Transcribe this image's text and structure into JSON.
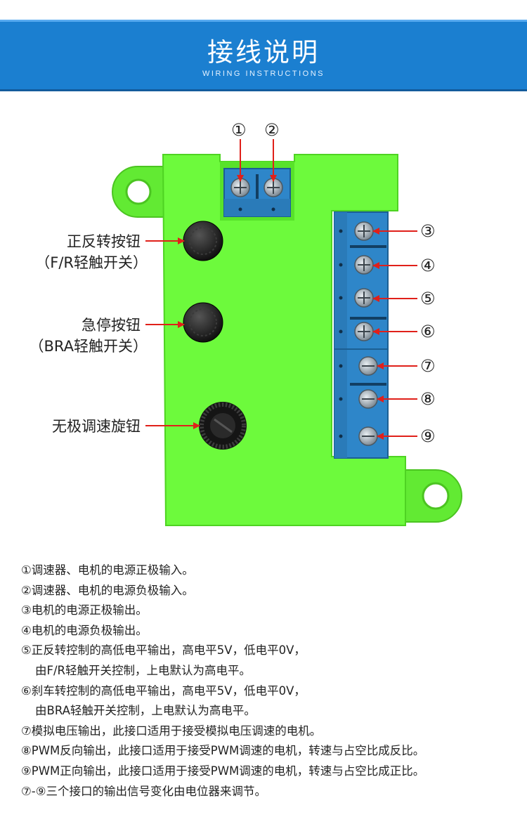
{
  "header": {
    "title": "接线说明",
    "subtitle": "WIRING INSTRUCTIONS"
  },
  "top_terminals": [
    "①",
    "②"
  ],
  "right_terminals": [
    "③",
    "④",
    "⑤",
    "⑥",
    "⑦",
    "⑧",
    "⑨"
  ],
  "left_labels": {
    "fr_button_line1": "正反转按钮",
    "fr_button_line2": "（F/R轻触开关）",
    "brake_button_line1": "急停按钮",
    "brake_button_line2": "（BRA轻触开关）",
    "speed_knob": "无极调速旋钮"
  },
  "descriptions": [
    "①调速器、电机的电源正极输入。",
    "②调速器、电机的电源负极输入。",
    "③电机的电源正极输出。",
    "④电机的电源负极输出。",
    "⑤正反转控制的高低电平输出，高电平5V，低电平0V，",
    "由F/R轻触开关控制，上电默认为高电平。",
    "⑥刹车转控制的高低电平输出，高电平5V，低电平0V，",
    "由BRA轻触开关控制，上电默认为高电平。",
    "⑦模拟电压输出，此接口适用于接受模拟电压调速的电机。",
    "⑧PWM反向输出，此接口适用于接受PWM调速的电机，转速与占空比成反比。",
    "⑨PWM正向输出，此接口适用于接受PWM调速的电机，转速与占空比成正比。",
    "⑦-⑨三个接口的输出信号变化由电位器来调节。"
  ],
  "colors": {
    "banner": "#1b7fd0",
    "enclosure": "#6dfa3c",
    "terminal_block": "#2e86c9",
    "arrow": "#e0201a"
  }
}
